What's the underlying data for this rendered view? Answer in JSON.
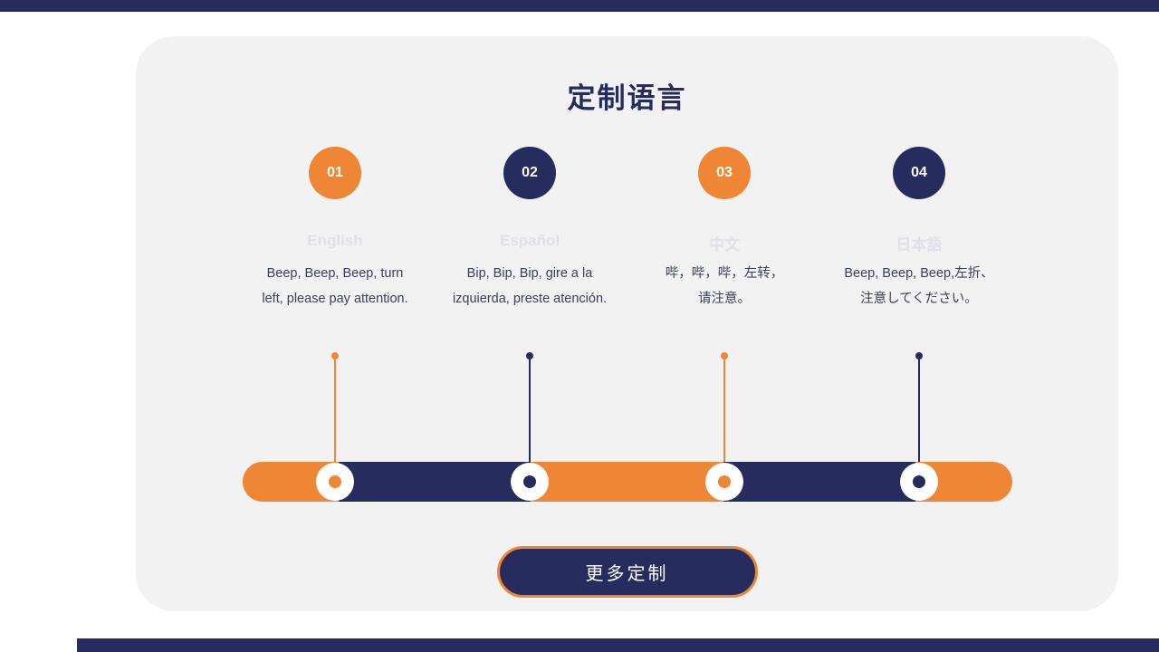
{
  "section": {
    "title": "定制语言",
    "button_label": "更多定制"
  },
  "languages": [
    {
      "number": "01",
      "name": "English",
      "desc_line1": "Beep, Beep, Beep, turn",
      "desc_line2": "left, please pay attention.",
      "accent": "orange"
    },
    {
      "number": "02",
      "name": "Español",
      "desc_line1": "Bip, Bip, Bip, gire a la",
      "desc_line2": "izquierda, preste atención.",
      "accent": "navy"
    },
    {
      "number": "03",
      "name": "中文",
      "desc_line1": "哔，哔，哔，左转，",
      "desc_line2": "请注意。",
      "accent": "orange"
    },
    {
      "number": "04",
      "name": "日本語",
      "desc_line1": "Beep, Beep, Beep,左折、",
      "desc_line2": "注意してください。",
      "accent": "navy"
    }
  ],
  "colors": {
    "orange": "#ee8635",
    "navy": "#272c5f",
    "cardBg": "#f2f2f3",
    "text": "#3c4053",
    "faint": "#e0e1e6"
  }
}
